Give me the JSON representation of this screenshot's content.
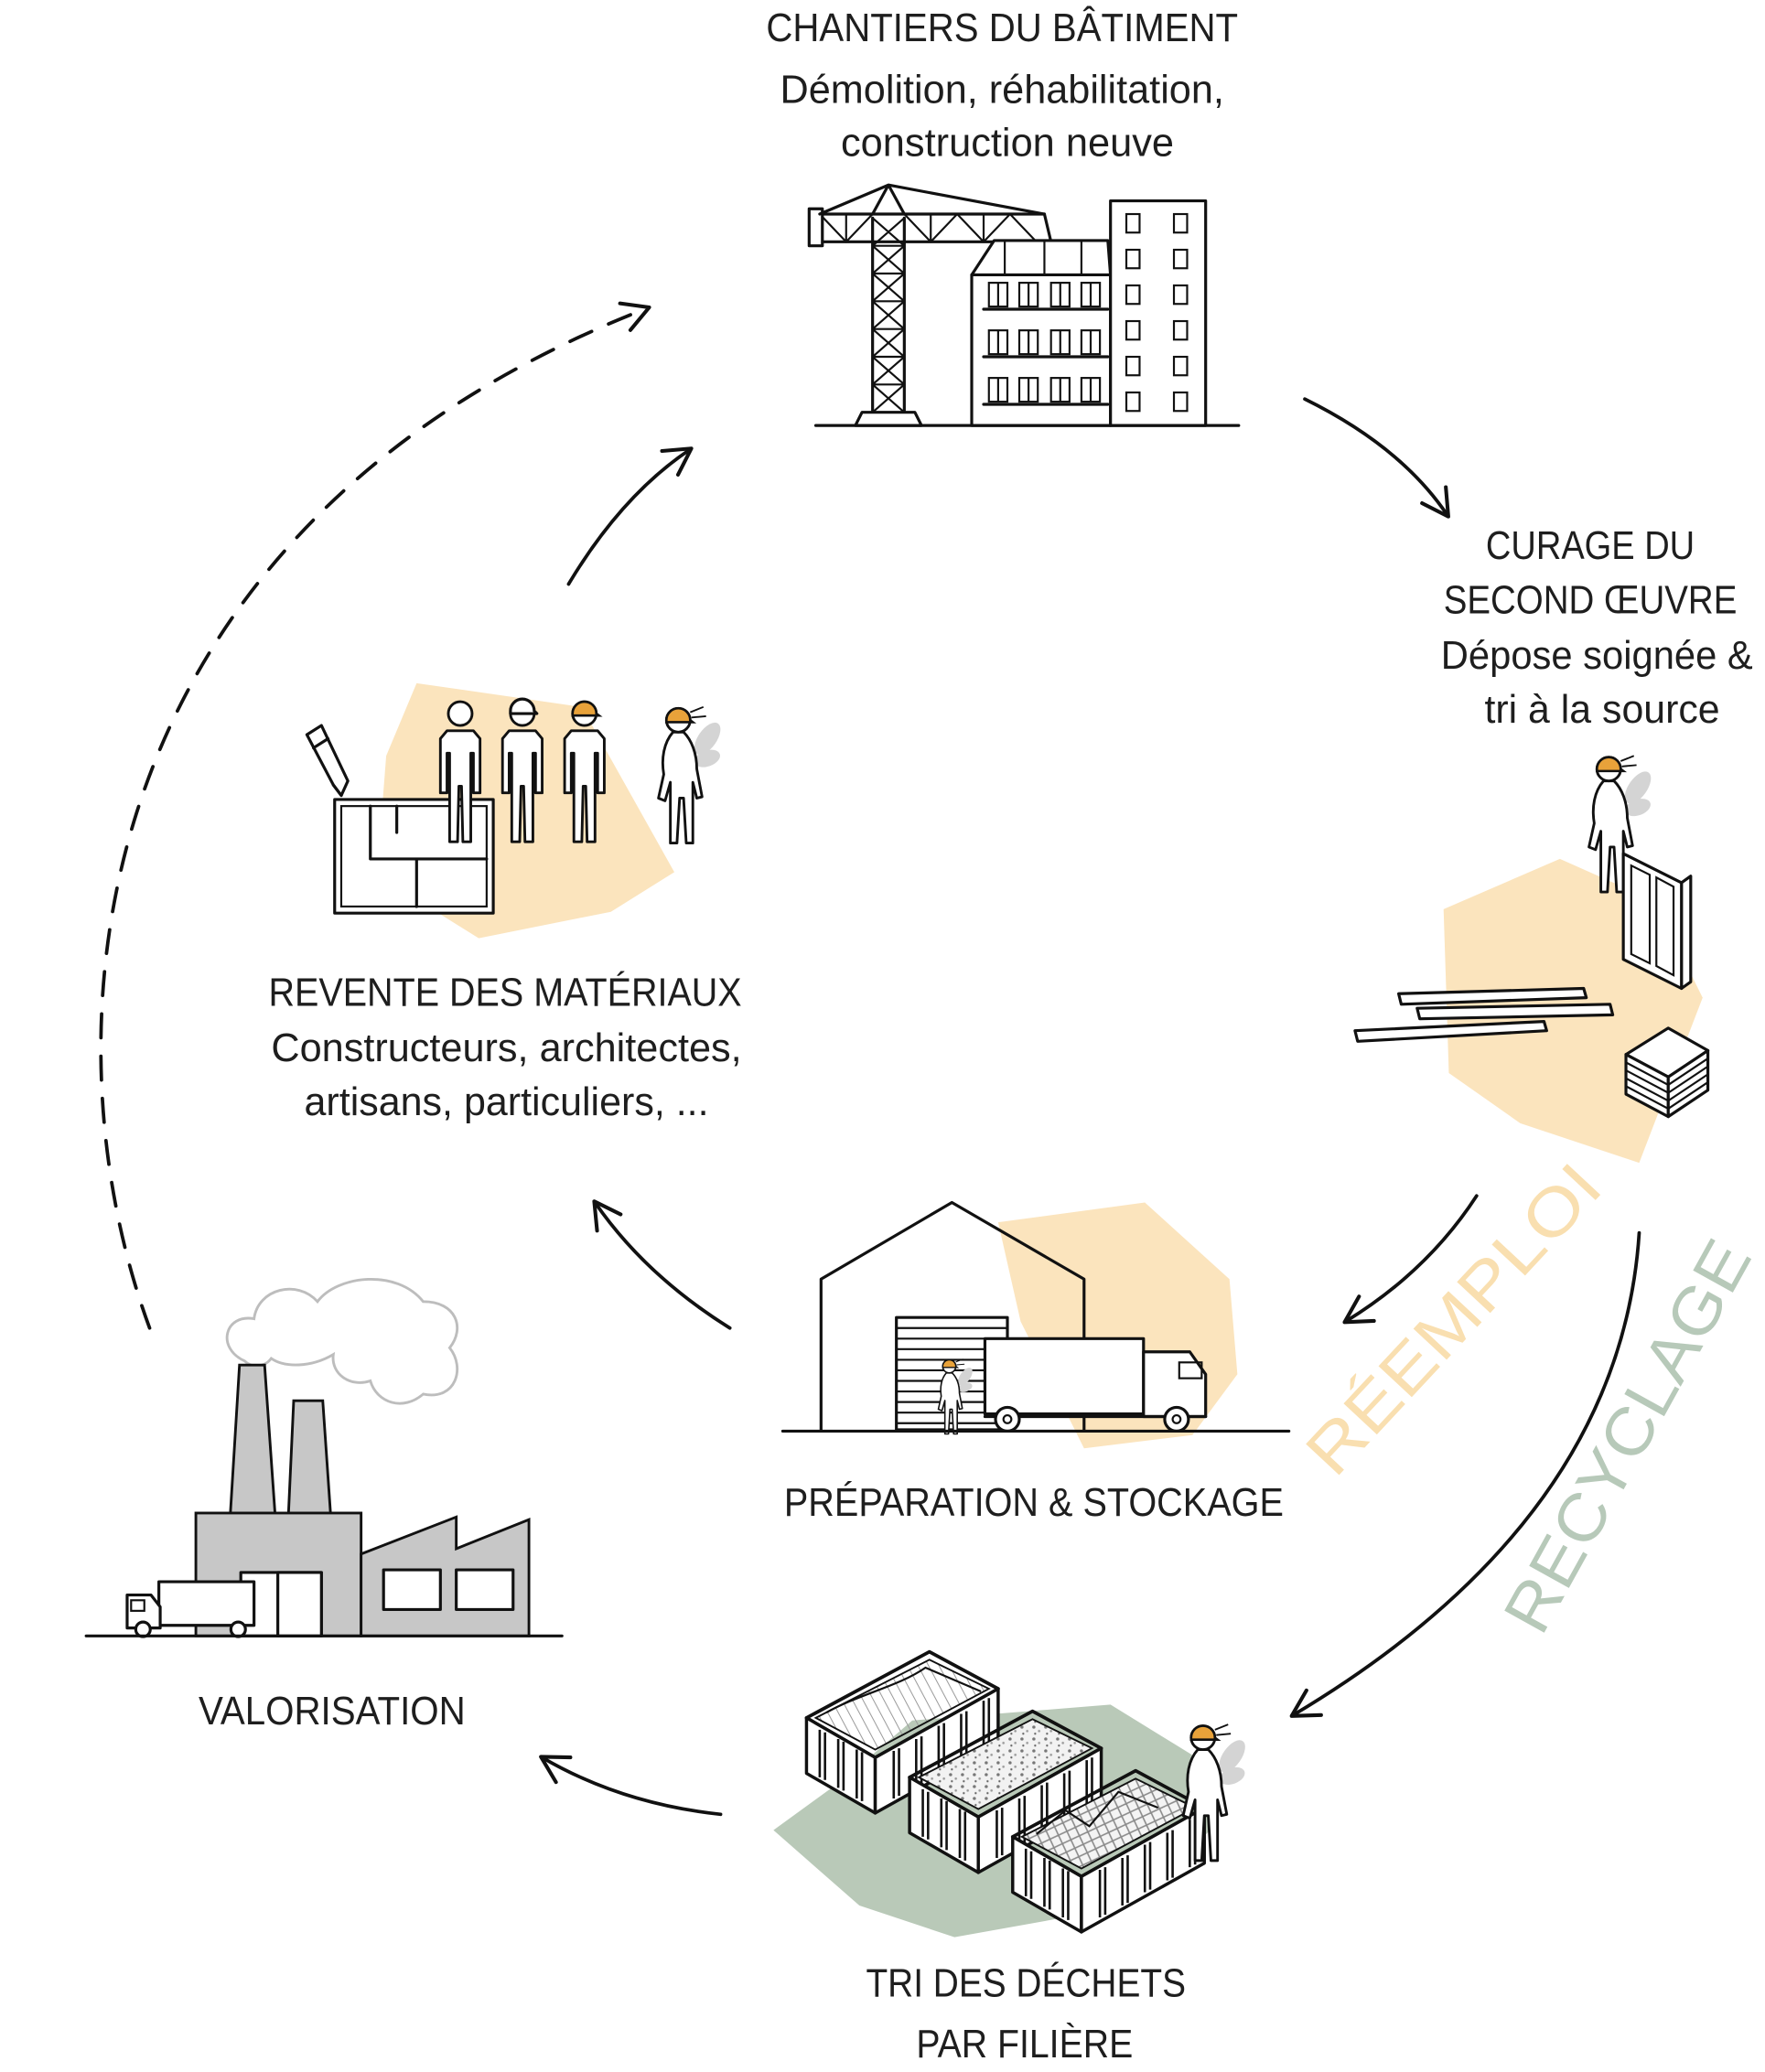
{
  "colors": {
    "reuse_blob": "#fbe4bd",
    "recycle_blob": "#b9c9b8",
    "reuse_text": "#f9dfb0",
    "recycle_text": "#b7c9b9",
    "hard_hat": "#e8a23a",
    "factory_grey": "#c7c7c7",
    "smoke_grey": "#bdbdbd",
    "wing_grey": "#d4d4d4"
  },
  "nodes": {
    "chantiers": {
      "title": "CHANTIERS DU BÂTIMENT",
      "line1": "Démolition, réhabilitation,",
      "line2": "construction neuve"
    },
    "curage": {
      "title1": "CURAGE DU",
      "title2": "SECOND ŒUVRE",
      "line1": "Dépose soignée &",
      "line2": "tri à la source"
    },
    "revente": {
      "title": "REVENTE DES MATÉRIAUX",
      "line1": "Constructeurs, architectes,",
      "line2": "artisans, particuliers, ..."
    },
    "preparation": {
      "title": "PRÉPARATION & STOCKAGE"
    },
    "valorisation": {
      "title": "VALORISATION"
    },
    "tri": {
      "title1": "TRI DES DÉCHETS",
      "title2": "PAR FILIÈRE"
    }
  },
  "flows": {
    "reemploi": "RÉEMPLOI",
    "recyclage": "RECYCLAGE"
  },
  "icons": {
    "chantiers": "crane-building-icon",
    "curage": "worker-dismantling-icon",
    "revente": "buyers-plan-icon",
    "preparation": "warehouse-truck-icon",
    "valorisation": "factory-icon",
    "tri": "waste-skips-icon"
  }
}
